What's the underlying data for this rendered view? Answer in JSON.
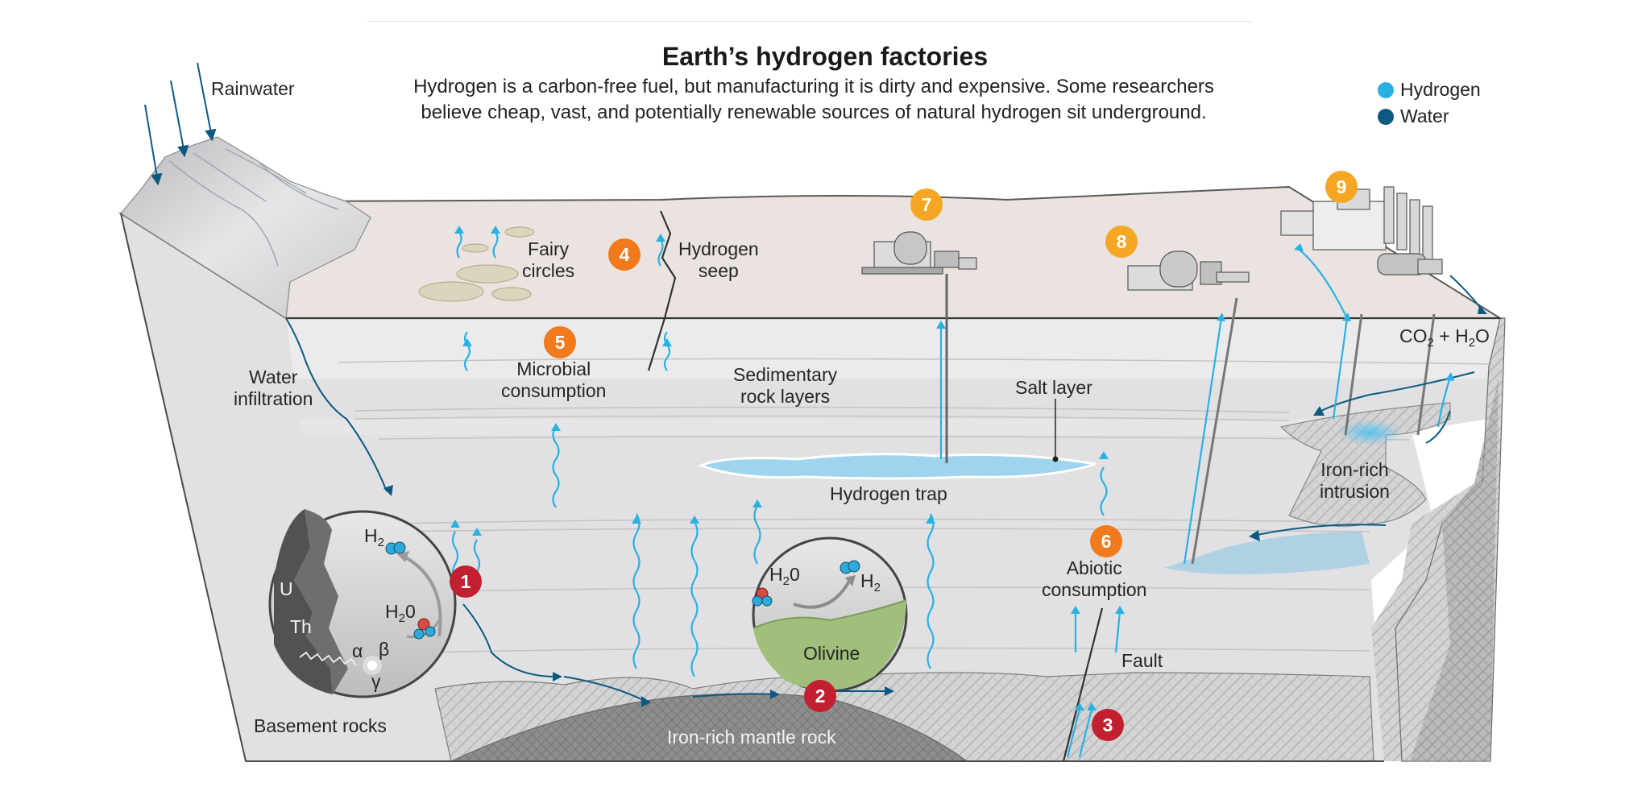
{
  "header": {
    "title": "Earth’s hydrogen factories",
    "subtitle_line1": "Hydrogen is a carbon-free fuel, but manufacturing it is dirty and expensive. Some researchers",
    "subtitle_line2": "believe cheap, vast, and potentially renewable sources of natural hydrogen sit underground."
  },
  "legend": {
    "hydrogen": {
      "label": "Hydrogen",
      "color": "#29b1e2"
    },
    "water": {
      "label": "Water",
      "color": "#0d5a80"
    }
  },
  "labels": {
    "rainwater": "Rainwater",
    "water_infiltration_1": "Water",
    "water_infiltration_2": "infiltration",
    "fairy_1": "Fairy",
    "fairy_2": "circles",
    "seep_1": "Hydrogen",
    "seep_2": "seep",
    "microbial_1": "Microbial",
    "microbial_2": "consumption",
    "sedimentary_1": "Sedimentary",
    "sedimentary_2": "rock layers",
    "salt_layer": "Salt layer",
    "hydrogen_trap": "Hydrogen trap",
    "abiotic_1": "Abiotic",
    "abiotic_2": "consumption",
    "fault": "Fault",
    "iron_intrusion_1": "Iron-rich",
    "iron_intrusion_2": "intrusion",
    "co2_h2o": {
      "co": "CO",
      "two": "2",
      "plus": " + ",
      "h": "H",
      "two_b": "2",
      "o": "O"
    },
    "basement_rocks": "Basement rocks",
    "mantle_rock": "Iron-rich mantle rock",
    "olivine": "Olivine",
    "circle1": {
      "h2": "H",
      "h2_sub": "2",
      "h2o": "H",
      "h2o_sub": "2",
      "h2o_o": "0",
      "u": "U",
      "th": "Th",
      "alpha": "α",
      "beta": "β",
      "gamma": "γ"
    },
    "circle2": {
      "h2o": "H",
      "h2o_sub": "2",
      "h2o_o": "0",
      "h2": "H",
      "h2_sub": "2"
    }
  },
  "badges": [
    "1",
    "2",
    "3",
    "4",
    "5",
    "6",
    "7",
    "8",
    "9"
  ],
  "colors": {
    "badge_orange": "#f07a1c",
    "badge_yellow": "#f5a623",
    "badge_red": "#c21f30",
    "surface": "#ebe3e0",
    "hydrogen_trap": "#9fd4ef"
  }
}
